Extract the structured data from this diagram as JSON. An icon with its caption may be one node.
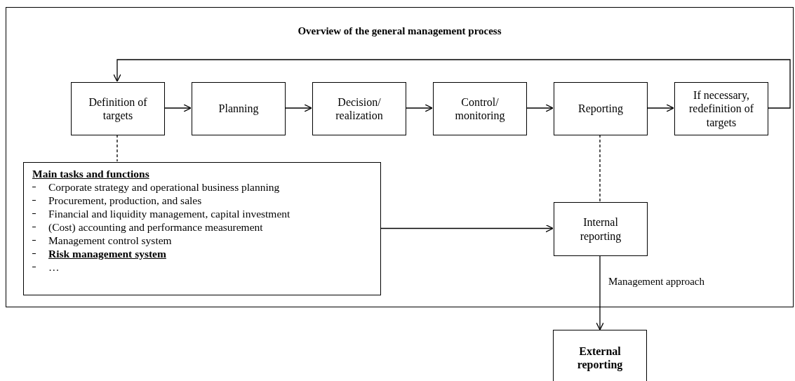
{
  "diagram": {
    "nodes": [
      {
        "text": [
          "Overview of the general management process"
        ]
      },
      {
        "text": [
          "Definition of targets"
        ],
        "in": 0
      },
      {
        "text": [
          "Planning"
        ],
        "in": 0
      },
      {
        "text": [
          "Decision/ realization"
        ],
        "in": 0
      },
      {
        "text": [
          "Control/ monitoring"
        ],
        "in": 0
      },
      {
        "text": [
          "Reporting"
        ],
        "in": 0
      },
      {
        "text": [
          "If necessary, redefinition of targets"
        ],
        "in": 0
      },
      {
        "text": [
          "Main tasks and functions",
          "Corporate strategy and operational business planning",
          "Procurement, production, and sales",
          "Financial and liquidity management, capital investment",
          "(Cost) accounting and performance measurement",
          "Management control system",
          "**Risk management system**",
          "…"
        ],
        "in": 0
      },
      {
        "text": [
          "Internal reporting"
        ],
        "in": 0
      },
      {
        "text": [
          "External reporting"
        ]
      }
    ],
    "edges": [
      {
        "from": 1,
        "to": 2,
        "arrow": "to"
      },
      {
        "from": 2,
        "to": 3,
        "arrow": "to"
      },
      {
        "from": 3,
        "to": 4,
        "arrow": "to"
      },
      {
        "from": 4,
        "to": 5,
        "arrow": "to"
      },
      {
        "from": 5,
        "to": 6,
        "arrow": "to"
      },
      {
        "from": 6,
        "to": 1,
        "arrow": "to"
      },
      {
        "from": 1,
        "to": 7,
        "arrow": "none",
        "style": "dashed"
      },
      {
        "from": 5,
        "to": 8,
        "arrow": "none",
        "style": "dashed"
      },
      {
        "from": 7,
        "to": 8,
        "arrow": "to"
      },
      {
        "from": 8,
        "to": 9,
        "arrow": "to",
        "label": "Management approach"
      }
    ]
  }
}
